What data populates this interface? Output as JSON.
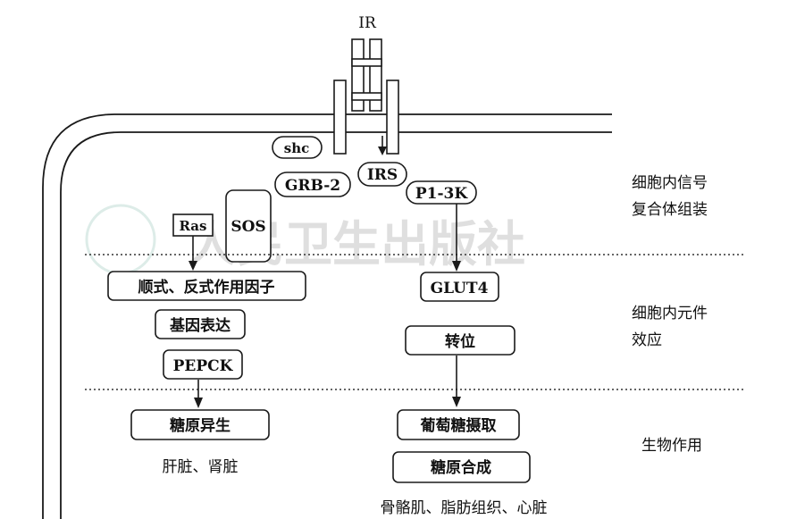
{
  "receptor_label": "IR",
  "signal_nodes": {
    "shc": "shc",
    "grb2": "GRB-2",
    "irs": "IRS",
    "pi3k": "P1-3K",
    "ras": "Ras",
    "sos": "SOS"
  },
  "effector_nodes": {
    "transcription_factor": "顺式、反式作用因子",
    "gene_expression": "基因表达",
    "pepck": "PEPCK",
    "glut4": "GLUT4",
    "translocation": "转位"
  },
  "effect_nodes": {
    "gluconeogenesis": "糖原异生",
    "glucose_uptake": "葡萄糖摄取",
    "glycogen_synthesis": "糖原合成"
  },
  "tissues": {
    "liver_kidney": "肝脏、肾脏",
    "muscle_fat_heart": "骨骼肌、脂肪组织、心脏"
  },
  "zones": {
    "signal_complex_line1": "细胞内信号",
    "signal_complex_line2": "复合体组装",
    "element_effect_line1": "细胞内元件",
    "element_effect_line2": "效应",
    "biological_effect": "生物作用"
  },
  "watermark": "人民卫生出版社",
  "colors": {
    "ink": "#111111",
    "background": "#ffffff"
  }
}
